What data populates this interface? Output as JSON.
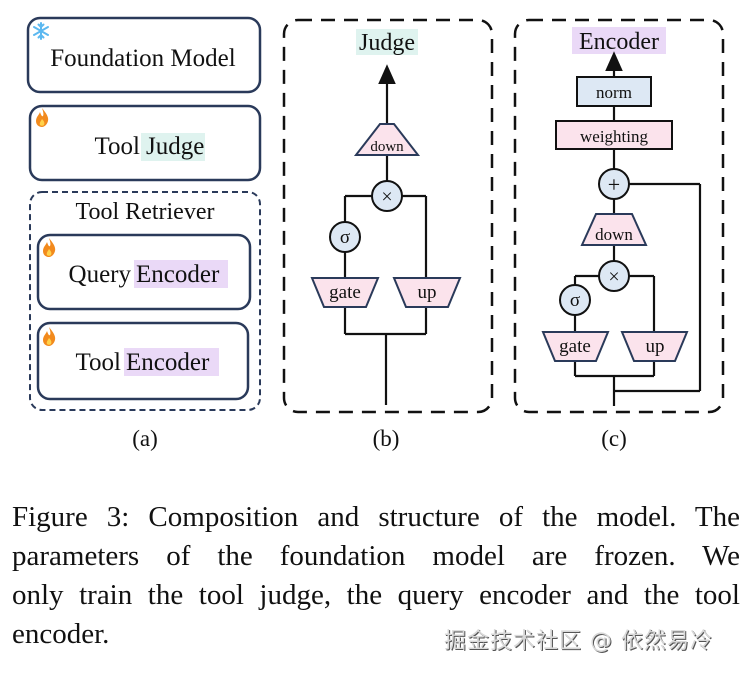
{
  "panel_a": {
    "foundation_model": {
      "label": "Foundation Model",
      "icon": "snowflake-icon",
      "state": "frozen"
    },
    "tool_judge": {
      "prefix": "Tool",
      "highlight": "Judge",
      "icon": "fire-icon",
      "state": "trainable"
    },
    "tool_retriever": {
      "title": "Tool Retriever",
      "query_encoder": {
        "prefix": "Query",
        "highlight": "Encoder",
        "icon": "fire-icon",
        "state": "trainable"
      },
      "tool_encoder": {
        "prefix": "Tool",
        "highlight": "Encoder",
        "icon": "fire-icon",
        "state": "trainable"
      }
    },
    "sublabel": "(a)"
  },
  "panel_b": {
    "output_label": "Judge",
    "down": "down",
    "multiply": "×",
    "sigma": "σ",
    "gate": "gate",
    "up": "up",
    "sublabel": "(b)"
  },
  "panel_c": {
    "output_label": "Encoder",
    "norm": "norm",
    "weighting": "weighting",
    "add": "+",
    "down": "down",
    "multiply": "×",
    "sigma": "σ",
    "gate": "gate",
    "up": "up",
    "sublabel": "(c)"
  },
  "colors": {
    "judge_highlight": "#dff3ef",
    "encoder_highlight": "#ead9f7",
    "pink_block": "#fbe3ec",
    "blue_block": "#dde8f4",
    "box_border": "#2a3a5a"
  },
  "caption": {
    "lines": [
      "Figure 3: Composition and structure of the model. The",
      "parameters of the foundation model are frozen.  We",
      "only train the tool judge, the query encoder and the tool",
      "encoder."
    ]
  },
  "watermark": "掘金技术社区 @ 依然易冷"
}
